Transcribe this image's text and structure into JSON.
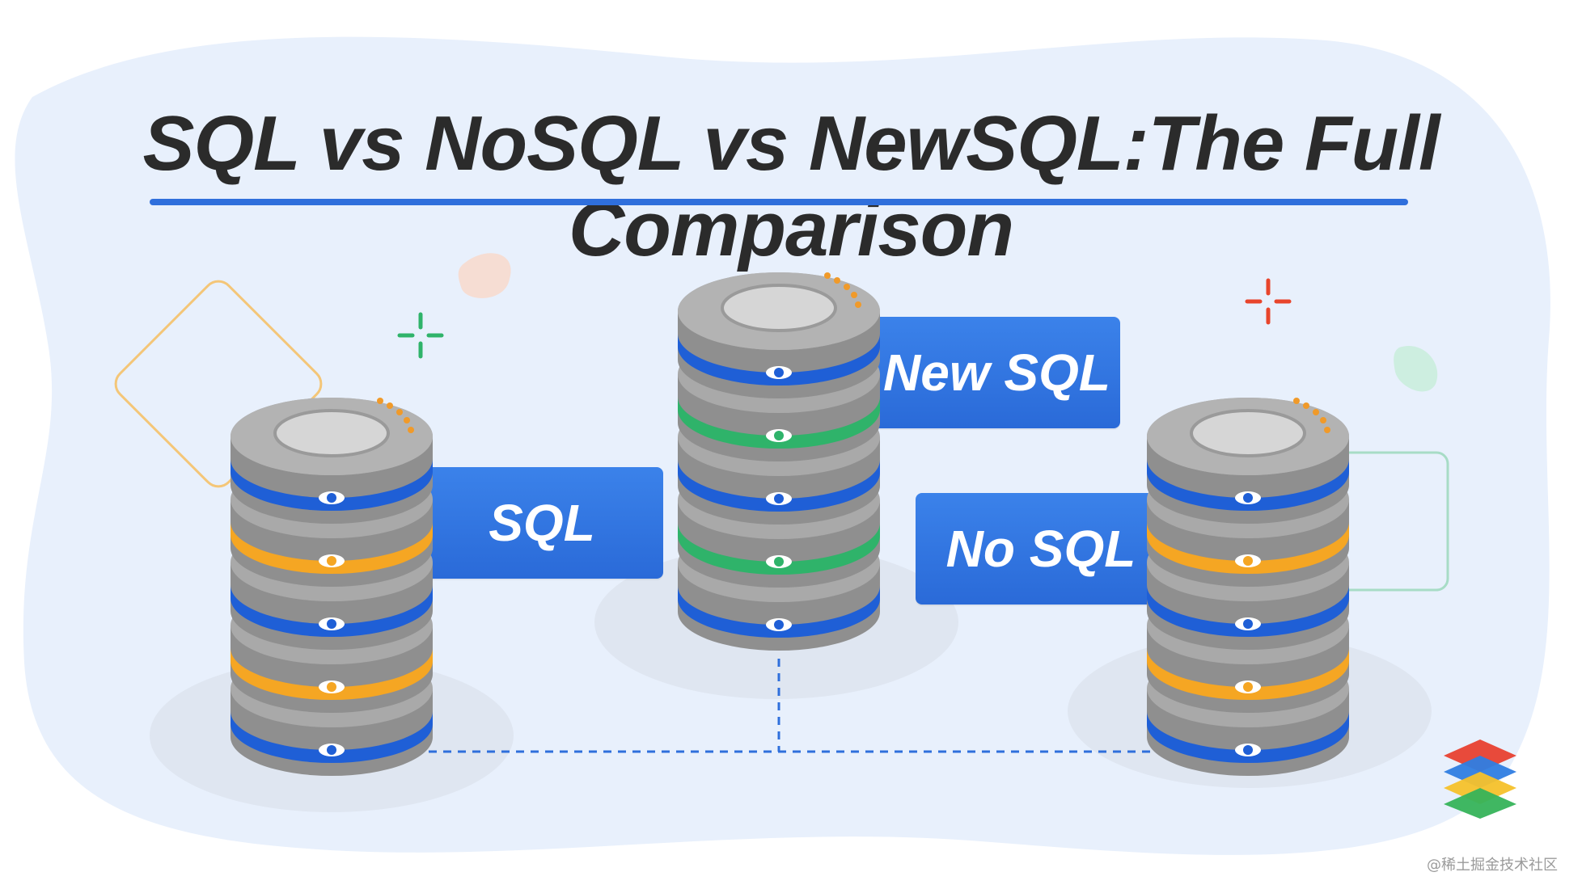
{
  "title": "SQL vs NoSQL vs NewSQL:The Full Comparison",
  "labels": {
    "sql": "SQL",
    "newsql": "New SQL",
    "nosql": "No SQL"
  },
  "watermark": "@稀土掘金技术社区",
  "colors": {
    "background_blob": "#e8f0fc",
    "accent_blue": "#2f6fdc",
    "label_blue": "#3179e6",
    "disk_gray": "#a4a4a4",
    "band_blue": "#1f5fd6",
    "band_orange": "#f5a623",
    "band_green": "#2fb36a"
  },
  "icons": {
    "sql_stack": "database-stack-icon",
    "newsql_stack": "database-stack-icon",
    "nosql_stack": "database-stack-icon",
    "logo": "layers-logo-icon",
    "sparkle_green": "sparkle-icon",
    "sparkle_red": "sparkle-icon"
  }
}
